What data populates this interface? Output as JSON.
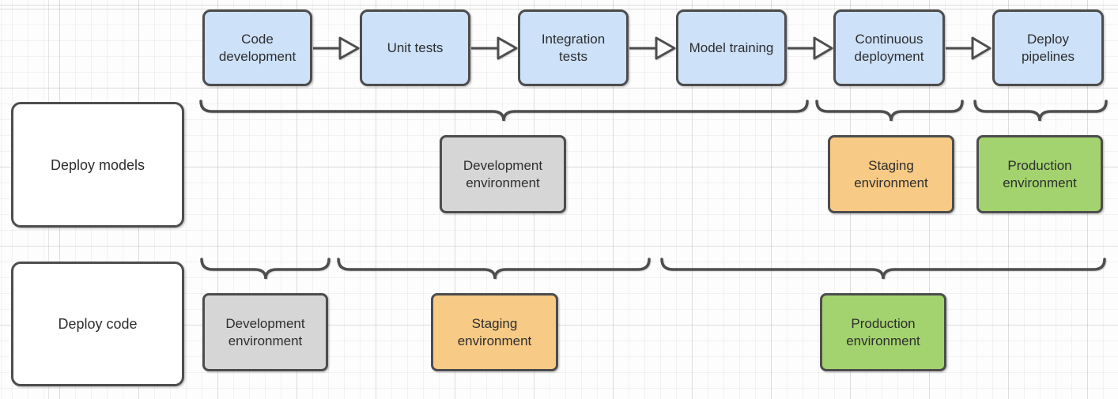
{
  "colors": {
    "step_fill": "#cde1f9",
    "development_fill": "#d6d6d6",
    "staging_fill": "#f7ca85",
    "production_fill": "#a3d36e",
    "shape_stroke": "#4d4d4d",
    "text": "#2e2e2e"
  },
  "pipeline_steps": [
    {
      "label": "Code development"
    },
    {
      "label": "Unit tests"
    },
    {
      "label": "Integration tests"
    },
    {
      "label": "Model training"
    },
    {
      "label": "Continuous deployment"
    },
    {
      "label": "Deploy pipelines"
    }
  ],
  "rows": {
    "deploy_models": {
      "label": "Deploy models",
      "environments": [
        {
          "label": "Development environment",
          "type": "development",
          "covers_steps": [
            "Code development",
            "Unit tests",
            "Integration tests",
            "Model training"
          ]
        },
        {
          "label": "Staging environment",
          "type": "staging",
          "covers_steps": [
            "Continuous deployment"
          ]
        },
        {
          "label": "Production environment",
          "type": "production",
          "covers_steps": [
            "Deploy pipelines"
          ]
        }
      ]
    },
    "deploy_code": {
      "label": "Deploy code",
      "environments": [
        {
          "label": "Development environment",
          "type": "development",
          "covers_steps": [
            "Code development"
          ]
        },
        {
          "label": "Staging environment",
          "type": "staging",
          "covers_steps": [
            "Unit tests",
            "Integration tests"
          ]
        },
        {
          "label": "Production environment",
          "type": "production",
          "covers_steps": [
            "Model training",
            "Continuous deployment",
            "Deploy pipelines"
          ]
        }
      ]
    }
  }
}
